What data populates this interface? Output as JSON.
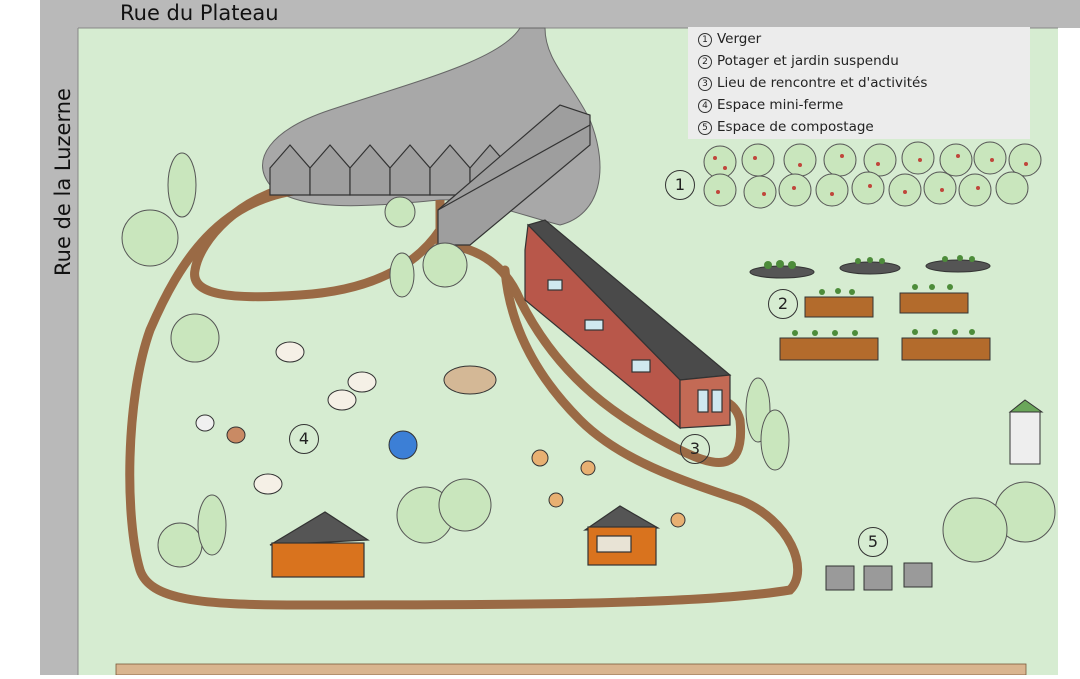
{
  "streets": {
    "top": "Rue du Plateau",
    "left": "Rue de la Luzerne"
  },
  "legend": [
    {
      "num": "1",
      "label": "Verger"
    },
    {
      "num": "2",
      "label": "Potager et jardin suspendu"
    },
    {
      "num": "3",
      "label": "Lieu de rencontre et d'activités"
    },
    {
      "num": "4",
      "label": "Espace mini-ferme"
    },
    {
      "num": "5",
      "label": "Espace de compostage"
    }
  ],
  "zones": [
    {
      "num": "1"
    },
    {
      "num": "2"
    },
    {
      "num": "3"
    },
    {
      "num": "4"
    },
    {
      "num": "5"
    }
  ],
  "colors": {
    "grass": "#d6ecd1",
    "road": "#b5b5b5",
    "path": "#9a6a45",
    "tree": "#c9e6bd",
    "building_brick": "#b8574a",
    "shed_orange": "#d9731e",
    "fence": "#d9b58f"
  }
}
